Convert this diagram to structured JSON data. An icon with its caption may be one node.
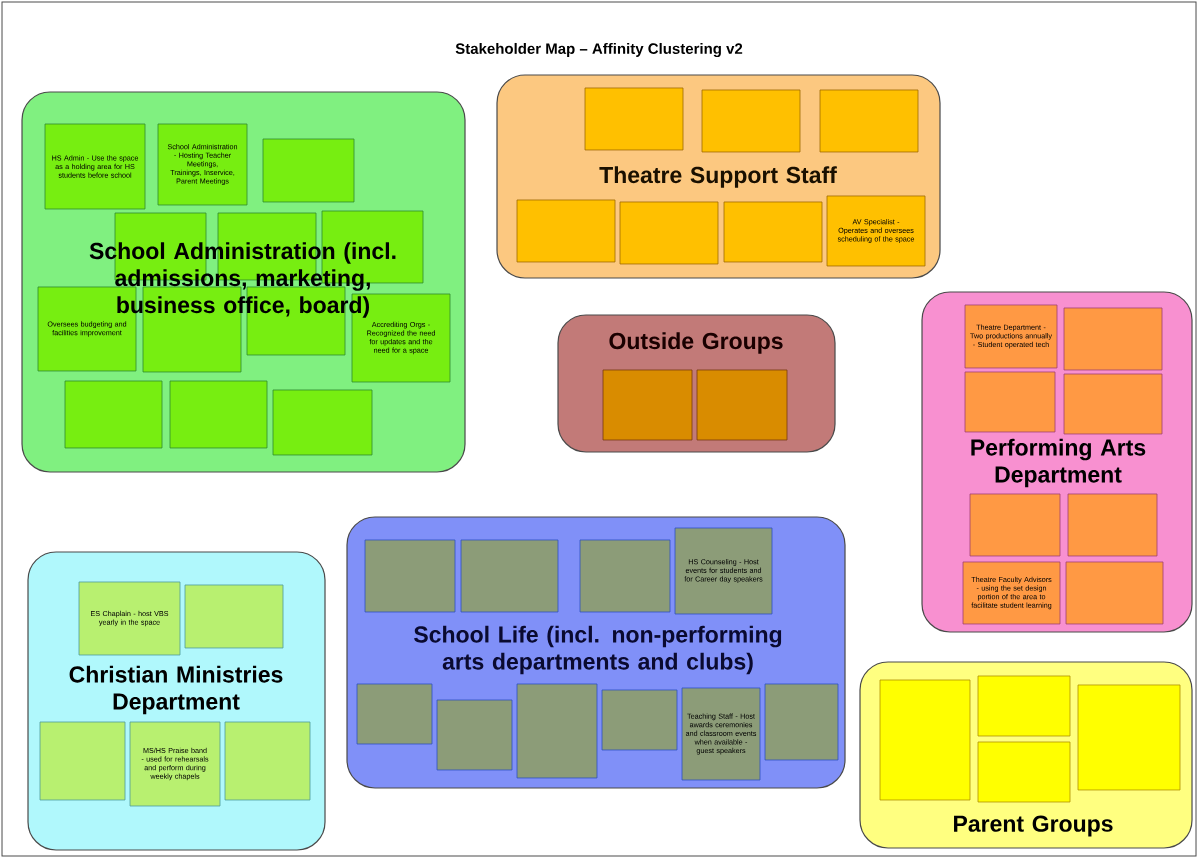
{
  "diagram": {
    "title": "Stakeholder Map – Affinity Clustering v2",
    "nodes": [
      {
        "text": [
          "School Administration (incl. admissions, marketing, business office, board)"
        ]
      },
      {
        "text": [
          "HS Admin - Use the space as a holding area for HS students before school"
        ],
        "in": 0
      },
      {
        "text": [
          "School Administration - Hosting Teacher Meetings, Trainings, Inservice, Parent Meetings"
        ],
        "in": 0
      },
      {
        "text": [],
        "shape": "box",
        "in": 0
      },
      {
        "text": [],
        "shape": "box",
        "in": 0
      },
      {
        "text": [],
        "shape": "box",
        "in": 0
      },
      {
        "text": [],
        "shape": "box",
        "in": 0
      },
      {
        "text": [
          "Oversees budgeting and facilities improvement"
        ],
        "in": 0
      },
      {
        "text": [],
        "shape": "box",
        "in": 0
      },
      {
        "text": [],
        "shape": "box",
        "in": 0
      },
      {
        "text": [
          "Accrediting Orgs - Recognized the need for updates and the need for a space"
        ],
        "in": 0
      },
      {
        "text": [],
        "shape": "box",
        "in": 0
      },
      {
        "text": [],
        "shape": "box",
        "in": 0
      },
      {
        "text": [],
        "shape": "box",
        "in": 0
      },
      {
        "text": [
          "Theatre Support Staff"
        ]
      },
      {
        "text": [],
        "shape": "box",
        "in": 14
      },
      {
        "text": [],
        "shape": "box",
        "in": 14
      },
      {
        "text": [],
        "shape": "box",
        "in": 14
      },
      {
        "text": [],
        "shape": "box",
        "in": 14
      },
      {
        "text": [],
        "shape": "box",
        "in": 14
      },
      {
        "text": [],
        "shape": "box",
        "in": 14
      },
      {
        "text": [
          "AV Specialist - Operates and oversees scheduling of the space"
        ],
        "in": 14
      },
      {
        "text": [
          "Outside Groups"
        ]
      },
      {
        "text": [],
        "shape": "box",
        "in": 22
      },
      {
        "text": [],
        "shape": "box",
        "in": 22
      },
      {
        "text": [
          "Performing Arts Department"
        ]
      },
      {
        "text": [
          "Theatre Department - Two productions annually - Student operated tech"
        ],
        "in": 25
      },
      {
        "text": [],
        "shape": "box",
        "in": 25
      },
      {
        "text": [],
        "shape": "box",
        "in": 25
      },
      {
        "text": [],
        "shape": "box",
        "in": 25
      },
      {
        "text": [],
        "shape": "box",
        "in": 25
      },
      {
        "text": [],
        "shape": "box",
        "in": 25
      },
      {
        "text": [
          "Theatre Faculty Advisors - using the set design portion of the area to facilitate student learning"
        ],
        "in": 25
      },
      {
        "text": [],
        "shape": "box",
        "in": 25
      },
      {
        "text": [
          "School Life (incl. non-performing arts departments and clubs)"
        ]
      },
      {
        "text": [],
        "shape": "box",
        "in": 34
      },
      {
        "text": [],
        "shape": "box",
        "in": 34
      },
      {
        "text": [],
        "shape": "box",
        "in": 34
      },
      {
        "text": [
          "HS Counseling - Host events for students and for Career day speakers"
        ],
        "in": 34
      },
      {
        "text": [],
        "shape": "box",
        "in": 34
      },
      {
        "text": [],
        "shape": "box",
        "in": 34
      },
      {
        "text": [],
        "shape": "box",
        "in": 34
      },
      {
        "text": [],
        "shape": "box",
        "in": 34
      },
      {
        "text": [],
        "shape": "box",
        "in": 34
      },
      {
        "text": [
          "Teaching Staff - Host awards ceremonies and classroom events when available - guest speakers"
        ],
        "in": 34
      },
      {
        "text": [
          "Christian Ministries Department"
        ]
      },
      {
        "text": [
          "ES Chaplain - host VBS yearly in the space"
        ],
        "in": 45
      },
      {
        "text": [],
        "shape": "box",
        "in": 45
      },
      {
        "text": [],
        "shape": "box",
        "in": 45
      },
      {
        "text": [],
        "shape": "box",
        "in": 45
      },
      {
        "text": [
          "MS/HS Praise band - used for rehearsals and perform during weekly chapels"
        ],
        "in": 45
      },
      {
        "text": [
          "Parent Groups"
        ]
      },
      {
        "text": [],
        "shape": "box",
        "in": 51
      },
      {
        "text": [],
        "shape": "box",
        "in": 51
      },
      {
        "text": [],
        "shape": "box",
        "in": 51
      },
      {
        "text": [],
        "shape": "box",
        "in": 51
      }
    ]
  }
}
